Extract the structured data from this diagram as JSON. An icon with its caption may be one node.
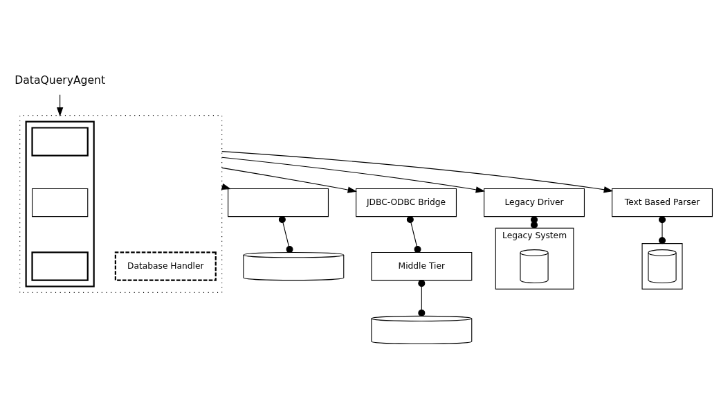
{
  "diagram": {
    "nodes": [
      {
        "text": [
          "DataQueryAgent"
        ]
      },
      {
        "text": [],
        "shape": "box"
      },
      {
        "text": [],
        "shape": "box",
        "in": 1
      },
      {
        "text": [],
        "shape": "box",
        "in": 2
      },
      {
        "text": [],
        "shape": "box",
        "in": 2
      },
      {
        "text": [],
        "shape": "box",
        "in": 2
      },
      {
        "text": [
          "Database Handler"
        ],
        "in": 1
      },
      {
        "text": [],
        "shape": "box"
      },
      {
        "text": [],
        "shape": "cylinder"
      },
      {
        "text": [
          "JDBC-ODBC Bridge"
        ]
      },
      {
        "text": [
          "Middle Tier"
        ]
      },
      {
        "text": [],
        "shape": "cylinder"
      },
      {
        "text": [
          "Legacy Driver"
        ]
      },
      {
        "text": [
          "Legacy System"
        ]
      },
      {
        "text": [],
        "shape": "cylinder",
        "in": 13
      },
      {
        "text": [
          "Text Based Parser"
        ]
      },
      {
        "text": [],
        "shape": "box"
      },
      {
        "text": [],
        "shape": "cylinder",
        "in": 16
      }
    ],
    "edges": [
      {
        "from": 0,
        "to": 1,
        "arrow": "to"
      },
      {
        "from": 1,
        "to": 7,
        "arrow": "to"
      },
      {
        "from": 1,
        "to": 9,
        "arrow": "to"
      },
      {
        "from": 1,
        "to": 12,
        "arrow": "to"
      },
      {
        "from": 1,
        "to": 15,
        "arrow": "to"
      },
      {
        "from": 7,
        "to": 8,
        "arrow": "other"
      },
      {
        "from": 9,
        "to": 10,
        "arrow": "other"
      },
      {
        "from": 10,
        "to": 11,
        "arrow": "other"
      },
      {
        "from": 12,
        "to": 13,
        "arrow": "other"
      },
      {
        "from": 15,
        "to": 16,
        "arrow": "other"
      }
    ]
  }
}
